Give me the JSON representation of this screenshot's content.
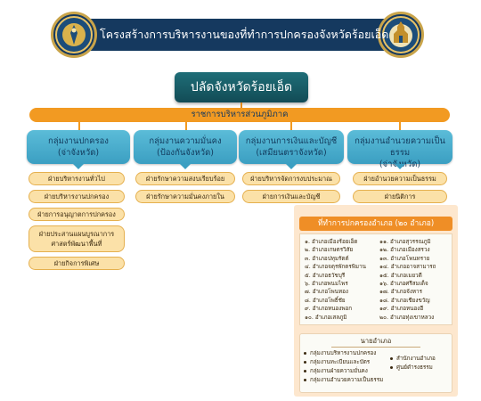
{
  "header": {
    "title": "โครงสร้างการบริหารงานของที่ทำการปกครองจังหวัดร้อยเอ็ด"
  },
  "chief": {
    "label": "ปลัดจังหวัดร้อยเอ็ด"
  },
  "admin_bar": {
    "label": "ราชการบริหารส่วนภูมิภาค"
  },
  "groups": [
    {
      "line1": "กลุ่มงานปกครอง",
      "line2": "(จ่าจังหวัด)",
      "units": [
        "ฝ่ายบริหารงานทั่วไป",
        "ฝ่ายบริหารงานปกครอง",
        "ฝ่ายการอนุญาตการปกครอง",
        "ฝ่ายประสานแผนบูรณาการศาสตร์พัฒนาพื้นที่",
        "ฝ่ายกิจการพิเศษ"
      ]
    },
    {
      "line1": "กลุ่มงานความมั่นคง",
      "line2": "(ป้องกันจังหวัด)",
      "units": [
        "ฝ่ายรักษาความสงบเรียบร้อย",
        "ฝ่ายรักษาความมั่นคงภายใน"
      ]
    },
    {
      "line1": "กลุ่มงานการเงินและบัญชี",
      "line2": "(เสมียนตราจังหวัด)",
      "units": [
        "ฝ่ายบริหารจัดการงบประมาณ",
        "ฝ่ายการเงินและบัญชี"
      ]
    },
    {
      "line1": "กลุ่มงานอำนวยความเป็นธรรม",
      "line2": "(จ่าจังหวัด)",
      "units": [
        "ฝ่ายอำนวยความเป็นธรรม",
        "ฝ่ายนิติการ"
      ]
    }
  ],
  "district_panel": {
    "title": "ที่ทำการปกครองอำเภอ (๒๐ อำเภอ)",
    "left_list": [
      "๑. อำเภอเมืองร้อยเอ็ด",
      "๒. อำเภอเกษตรวิสัย",
      "๓. อำเภอปทุมรัตต์",
      "๔. อำเภอจตุรพักตรพิมาน",
      "๕. อำเภอธวัชบุรี",
      "๖. อำเภอพนมไพร",
      "๗. อำเภอโพนทอง",
      "๘. อำเภอโพธิ์ชัย",
      "๙. อำเภอหนองพอก",
      "๑๐. อำเภอเสลภูมิ"
    ],
    "right_list": [
      "๑๑. อำเภอสุวรรณภูมิ",
      "๑๒. อำเภอเมืองสรวง",
      "๑๓. อำเภอโพนทราย",
      "๑๔. อำเภออาจสามารถ",
      "๑๕. อำเภอเมยวดี",
      "๑๖. อำเภอศรีสมเด็จ",
      "๑๗. อำเภอจังหาร",
      "๑๘. อำเภอเชียงขวัญ",
      "๑๙. อำเภอหนองฮี",
      "๒๐. อำเภอทุ่งเขาหลวง"
    ],
    "sub_title": "นายอำเภอ",
    "sub_left": [
      "กลุ่มงานบริหารงานปกครอง",
      "กลุ่มงานทะเบียนและบัตร",
      "กลุ่มงานฝ่ายความมั่นคง",
      "กลุ่มงานอำนวยความเป็นธรรม"
    ],
    "sub_right": [
      "สำนักงานอำเภอ",
      "ศูนย์ดำรงธรรม"
    ]
  },
  "colors": {
    "navy": "#15395f",
    "teal": "#1f6e78",
    "orange": "#f29a22",
    "group_blue": "#4fb2d1",
    "pill_fill": "#fbe1a8",
    "panel_fill": "#fde7ce"
  }
}
